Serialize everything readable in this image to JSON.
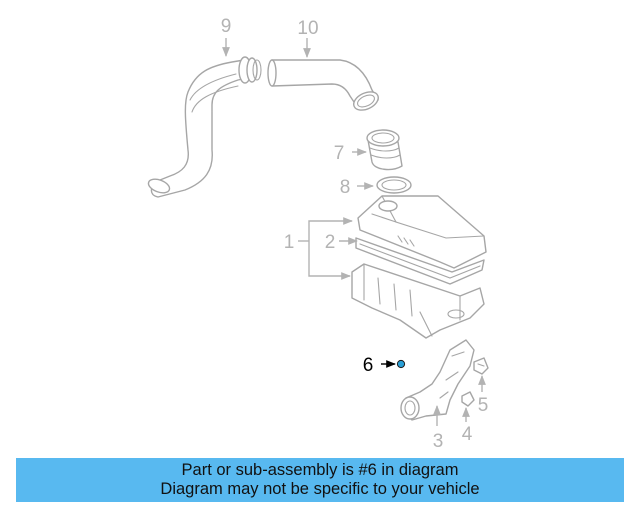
{
  "callouts": {
    "c1": "1",
    "c2": "2",
    "c3": "3",
    "c4": "4",
    "c5": "5",
    "c6": "6",
    "c7": "7",
    "c8": "8",
    "c9": "9",
    "c10": "10"
  },
  "highlighted_part": "6",
  "banner": {
    "line1": "Part or sub-assembly is #6 in diagram",
    "line2": "Diagram may not be specific to your vehicle"
  },
  "colors": {
    "banner_bg": "#58b9f0",
    "highlight_fill": "#2a9fd6",
    "line_art": "#a6a6a6"
  }
}
